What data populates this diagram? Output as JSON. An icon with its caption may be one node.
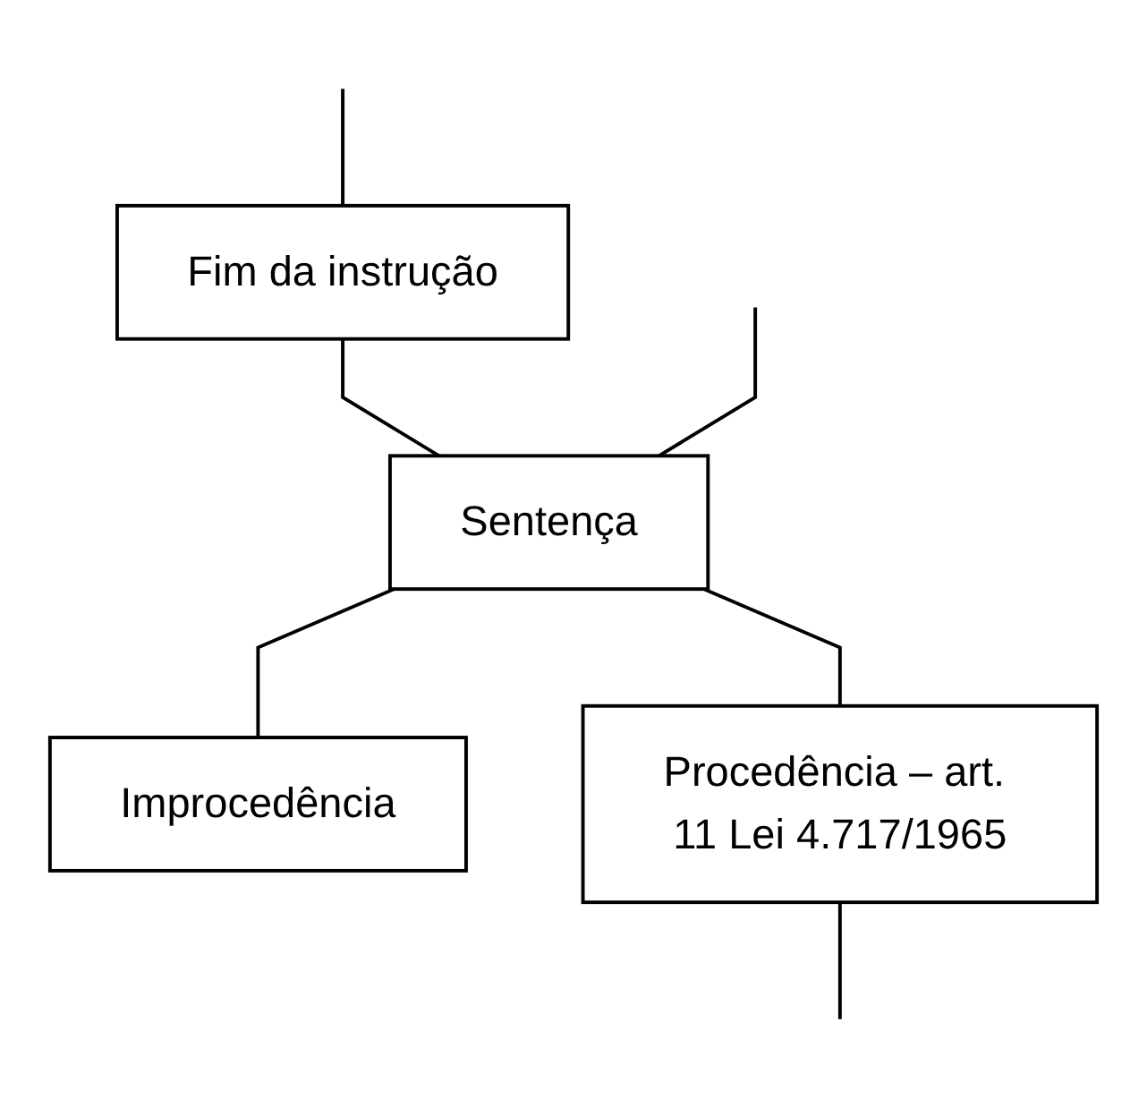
{
  "diagram": {
    "nodes": [
      {
        "text": [
          "Fim da instrução"
        ]
      },
      {
        "text": [
          "Sentença"
        ]
      },
      {
        "text": [
          "Improcedência"
        ]
      },
      {
        "text": [
          "Procedência – art. 11 Lei 4.717/1965"
        ]
      }
    ],
    "edges": [
      {
        "from": null,
        "to": 0,
        "arrow": "none"
      },
      {
        "from": 0,
        "to": 1,
        "arrow": "none"
      },
      {
        "from": null,
        "to": 1,
        "arrow": "none"
      },
      {
        "from": 1,
        "to": 2,
        "arrow": "none"
      },
      {
        "from": 1,
        "to": 3,
        "arrow": "none"
      },
      {
        "from": 3,
        "to": null,
        "arrow": "none"
      }
    ]
  }
}
